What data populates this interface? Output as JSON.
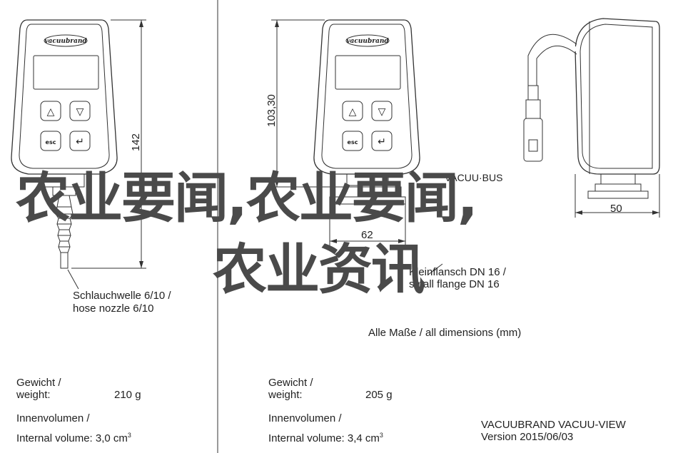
{
  "brand": "vacuubrand",
  "buttons": {
    "up": "△",
    "down": "▽",
    "esc": "esc",
    "enter": "↵"
  },
  "dims": {
    "height_left": "142",
    "height_mid": "103,30",
    "width_mid": "62",
    "width_right": "50"
  },
  "labels": {
    "hose_de": "Schlauchwelle 6/10 /",
    "hose_en": "hose nozzle 6/10",
    "bus": "VACUU·BUS",
    "flange_de": "Kleinflansch DN 16 /",
    "flange_en": "small flange DN 16",
    "all_dims": "Alle Maße / all dimensions (mm)"
  },
  "specs": {
    "left": {
      "weight_title": "Gewicht /",
      "weight_label": "weight:",
      "weight_value": "210 g",
      "volume_title": "Innenvolumen /",
      "volume_label": "Internal volume: 3,0 cm",
      "volume_sup": "3"
    },
    "mid": {
      "weight_title": "Gewicht /",
      "weight_label": "weight:",
      "weight_value": "205 g",
      "volume_title": "Innenvolumen /",
      "volume_label": "Internal volume: 3,4 cm",
      "volume_sup": "3"
    }
  },
  "product": {
    "name": "VACUUBRAND VACUU-VIEW",
    "version": "Version 2015/06/03"
  },
  "overlay": {
    "line1": "农业要闻,农业要闻,",
    "line2": "农业资讯"
  }
}
